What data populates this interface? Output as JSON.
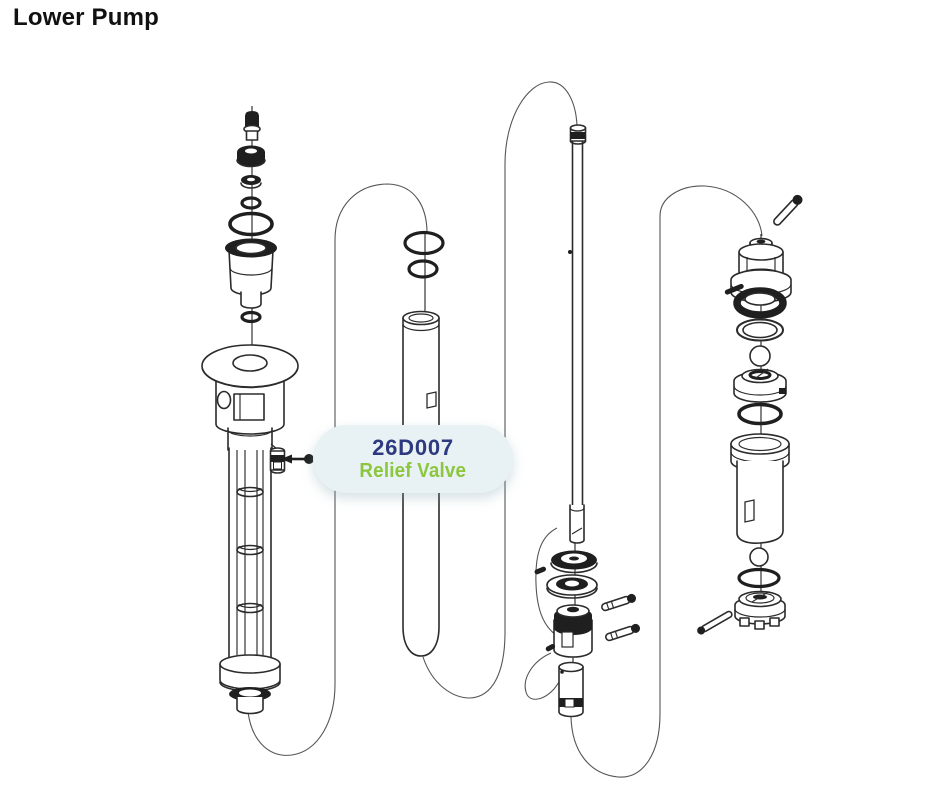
{
  "page": {
    "title": "Lower Pump"
  },
  "callout": {
    "part_number": "26D007",
    "part_name": "Relief Valve"
  },
  "colors": {
    "part_number_text": "#2e3a7f",
    "part_name_text": "#8cc63e",
    "callout_bubble": "#e8f1f3",
    "line_art": "#2b2b2b",
    "background": "#ffffff"
  }
}
